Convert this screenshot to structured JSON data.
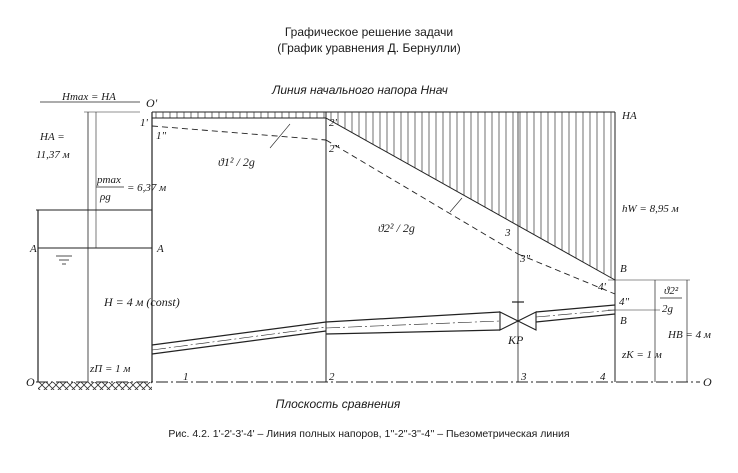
{
  "title": {
    "line1": "Графическое решение задачи",
    "line2": "(График уравнения Д. Бернулли)"
  },
  "caption": "Рис. 4.2. 1'-2'-3'-4' – Линия полных напоров, 1''-2''-3''-4'' – Пьезометрическая линия",
  "initial_head_line_label": "Линия начального напора Hнач",
  "comparison_plane_label": "Плоскость сравнения",
  "labels": {
    "hmax_eq": "Hmax = HA",
    "o_prime": "O'",
    "ha_left_1": "HA =",
    "ha_left_2": "11,37 м",
    "pmax_value": "= 6,37 м",
    "pmax_num": "pmax",
    "pmax_den": "ρg",
    "a_left": "A",
    "a_right": "A",
    "h_const": "H = 4 м (const)",
    "zp": "zП = 1 м",
    "o_left": "O",
    "o_right": "O",
    "ha_right": "HA",
    "hw": "hW = 8,95 м",
    "v1": "ϑ1² / 2g",
    "v2": "ϑ2² / 2g",
    "b_top": "B",
    "b_bottom": "B",
    "hb": "HB = 4 м",
    "zk": "zK = 1 м",
    "kr": "KP",
    "v2_frac_num": "ϑ2²",
    "v2_frac_den": "2g"
  },
  "points": {
    "p1p": "1'",
    "p1pp": "1\"",
    "p2p": "2'",
    "p2pp": "2\"",
    "p3": "3",
    "p3pp": "3\"",
    "p4p": "4'",
    "p4pp": "4\"",
    "s1": "1",
    "s2": "2",
    "s3": "3",
    "s4": "4"
  }
}
